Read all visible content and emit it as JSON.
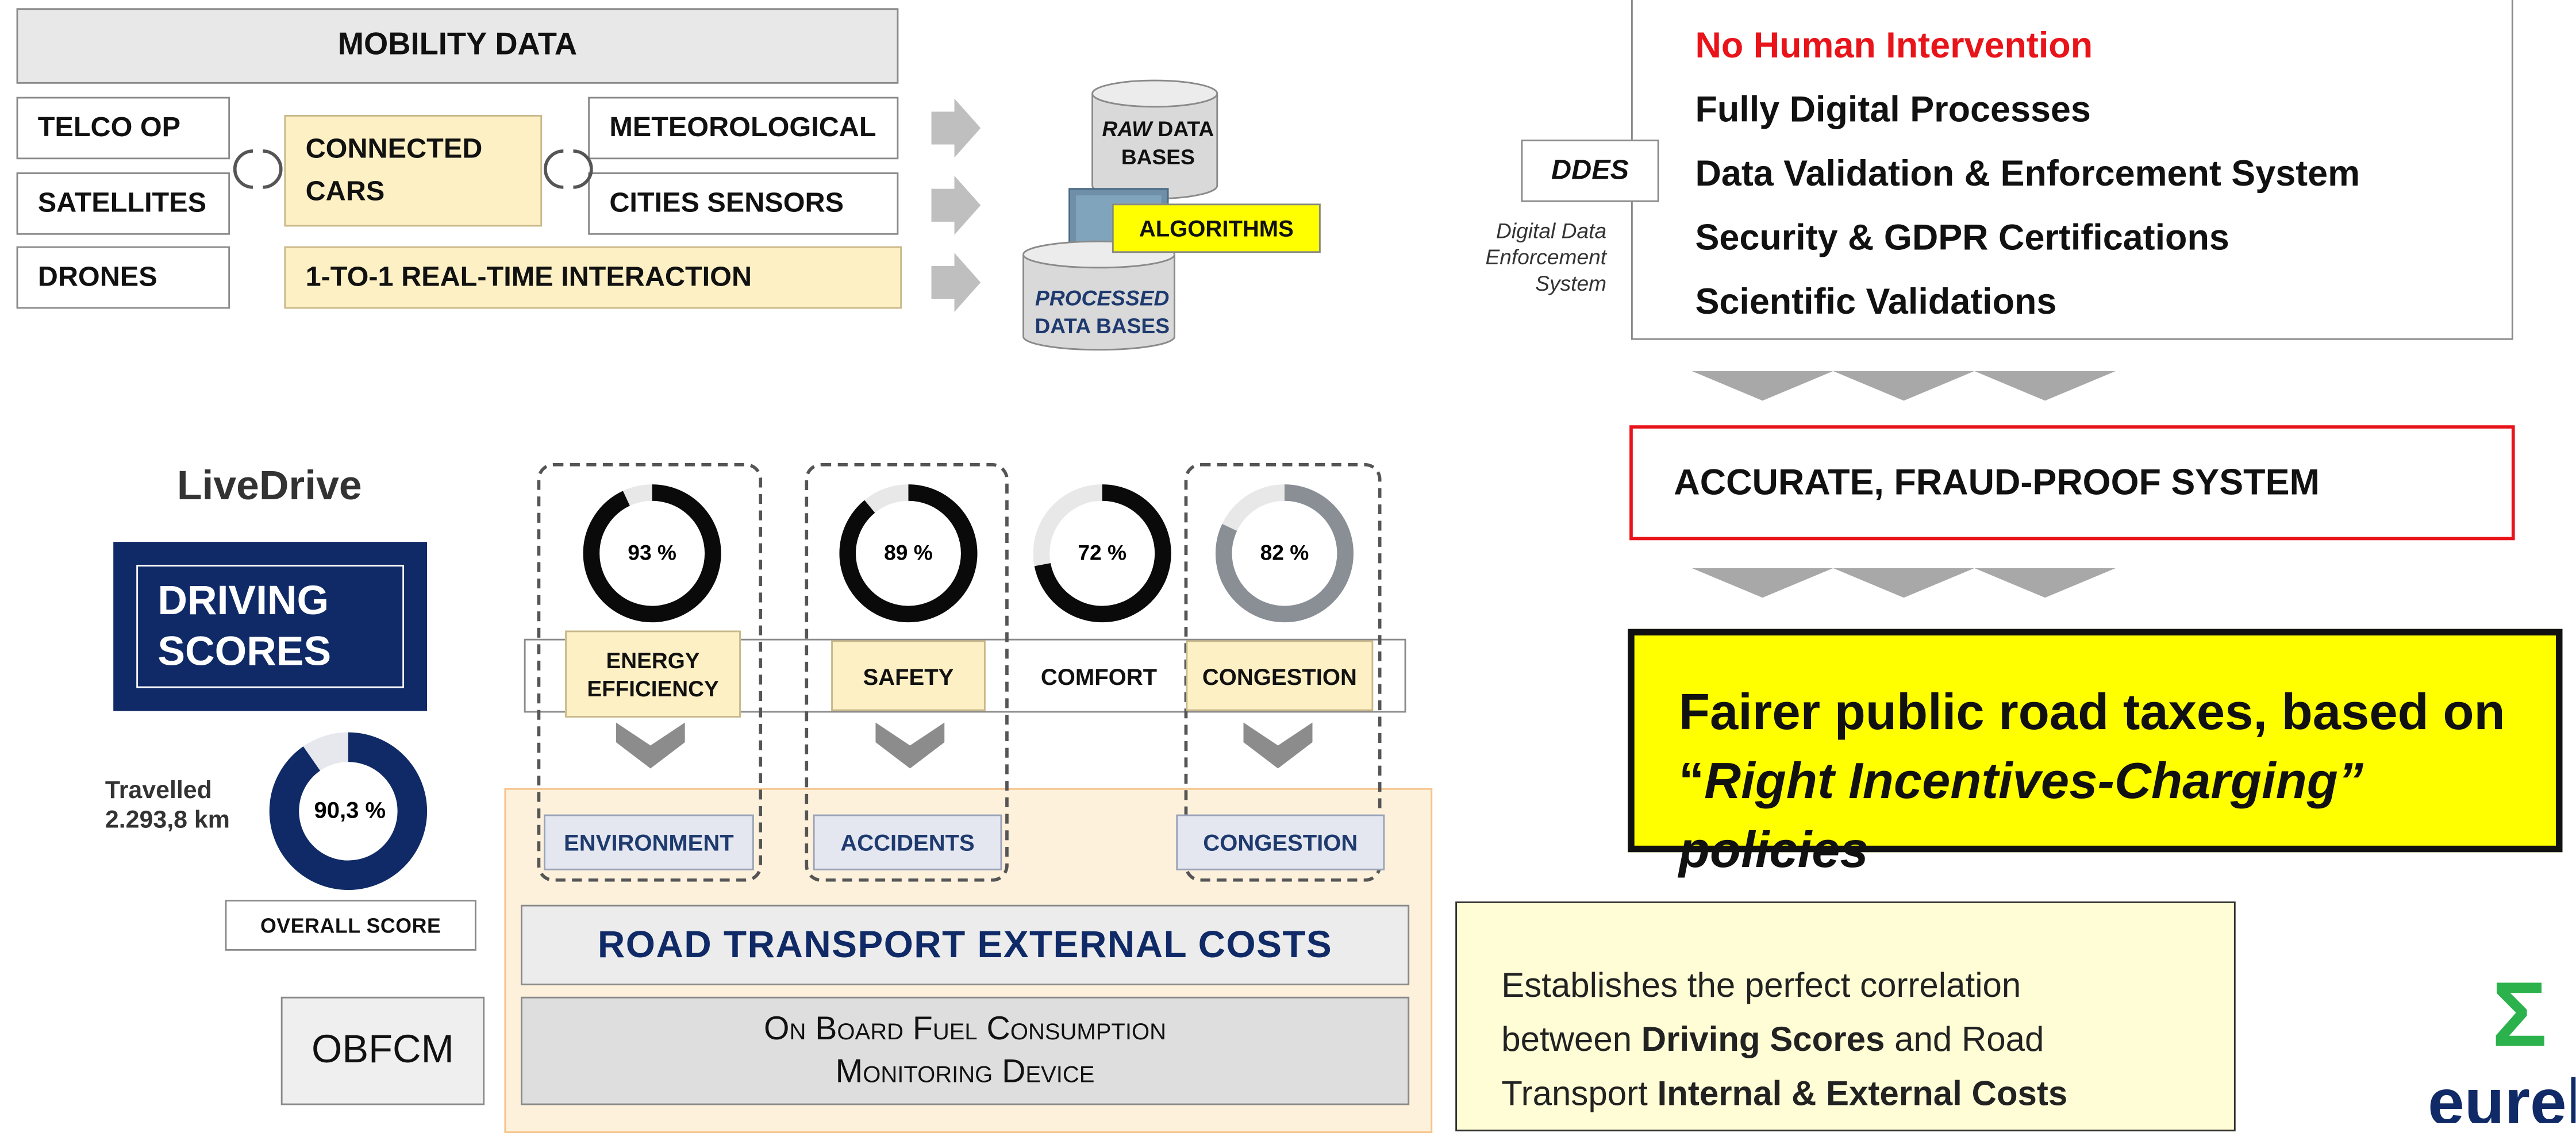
{
  "mobility": {
    "title": "MOBILITY DATA",
    "sources_left": [
      "TELCO OP",
      "SATELLITES",
      "DRONES"
    ],
    "connected_cars": "CONNECTED CARS",
    "sources_right": [
      "METEOROLOGICAL",
      "CITIES SENSORS"
    ],
    "interaction": "1-TO-1 REAL-TIME INTERACTION"
  },
  "databases": {
    "raw_em": "RAW",
    "raw_rest": " DATA",
    "raw_line2": "BASES",
    "algorithms": "ALGORITHMS",
    "processed_line1": "PROCESSED",
    "processed_line2": "DATA BASES"
  },
  "ddes": {
    "tag": "DDES",
    "caption_lines": [
      "Digital Data",
      "Enforcement",
      "System"
    ],
    "features": [
      {
        "text": "No Human Intervention",
        "color": "#e8141a"
      },
      {
        "text": "Fully Digital Processes",
        "color": "#111111"
      },
      {
        "text": "Data Validation & Enforcement System",
        "color": "#111111"
      },
      {
        "text": "Security & GDPR Certifications",
        "color": "#111111"
      },
      {
        "text": "Scientific Validations",
        "color": "#111111"
      }
    ]
  },
  "accurate": "ACCURATE, FRAUD-PROOF SYSTEM",
  "outcome": {
    "line1": "Fairer public road taxes, based on",
    "quote_open": "“",
    "line2_em": "Right Incentives-Charging",
    "line2_tail": "” policies"
  },
  "livedrive": {
    "brand": "LiveDrive",
    "scores_line1": "DRIVING",
    "scores_line2": "SCORES",
    "travelled_label": "Travelled",
    "travelled_value": "2.293,8 km",
    "overall_pct": 90.3,
    "overall_text": "90,3 %",
    "overall_label": "OVERALL SCORE"
  },
  "scores": [
    {
      "text": "93 %",
      "pct": 93,
      "label": "ENERGY EFFICIENCY",
      "impact": "ENVIRONMENT",
      "color": "#0a0a0a"
    },
    {
      "text": "89 %",
      "pct": 89,
      "label": "SAFETY",
      "impact": "ACCIDENTS",
      "color": "#0a0a0a"
    },
    {
      "text": "72 %",
      "pct": 72,
      "label": "COMFORT",
      "impact": "",
      "color": "#0a0a0a"
    },
    {
      "text": "82 %",
      "pct": 82,
      "label": "CONGESTION",
      "impact": "CONGESTION",
      "color": "#8a8f96"
    }
  ],
  "costs": {
    "road_transport": "ROAD TRANSPORT EXTERNAL COSTS",
    "obfcm_short": "OBFCM",
    "obfcm_line1": "On Board Fuel Consumption",
    "obfcm_line2": "Monitoring Device"
  },
  "correlation": {
    "t1": "Establishes the perfect correlation",
    "t2a": "between ",
    "t2b": "Driving Scores",
    "t2c": " and Road",
    "t3a": "Transport ",
    "t3b": "Internal & External Costs"
  },
  "logo": {
    "symbol": "Σ",
    "text": "eurel"
  },
  "colors": {
    "navy": "#0f2a66",
    "red": "#e8141a",
    "yellow": "#ffff00",
    "light_yellow": "#fdf0c4"
  }
}
